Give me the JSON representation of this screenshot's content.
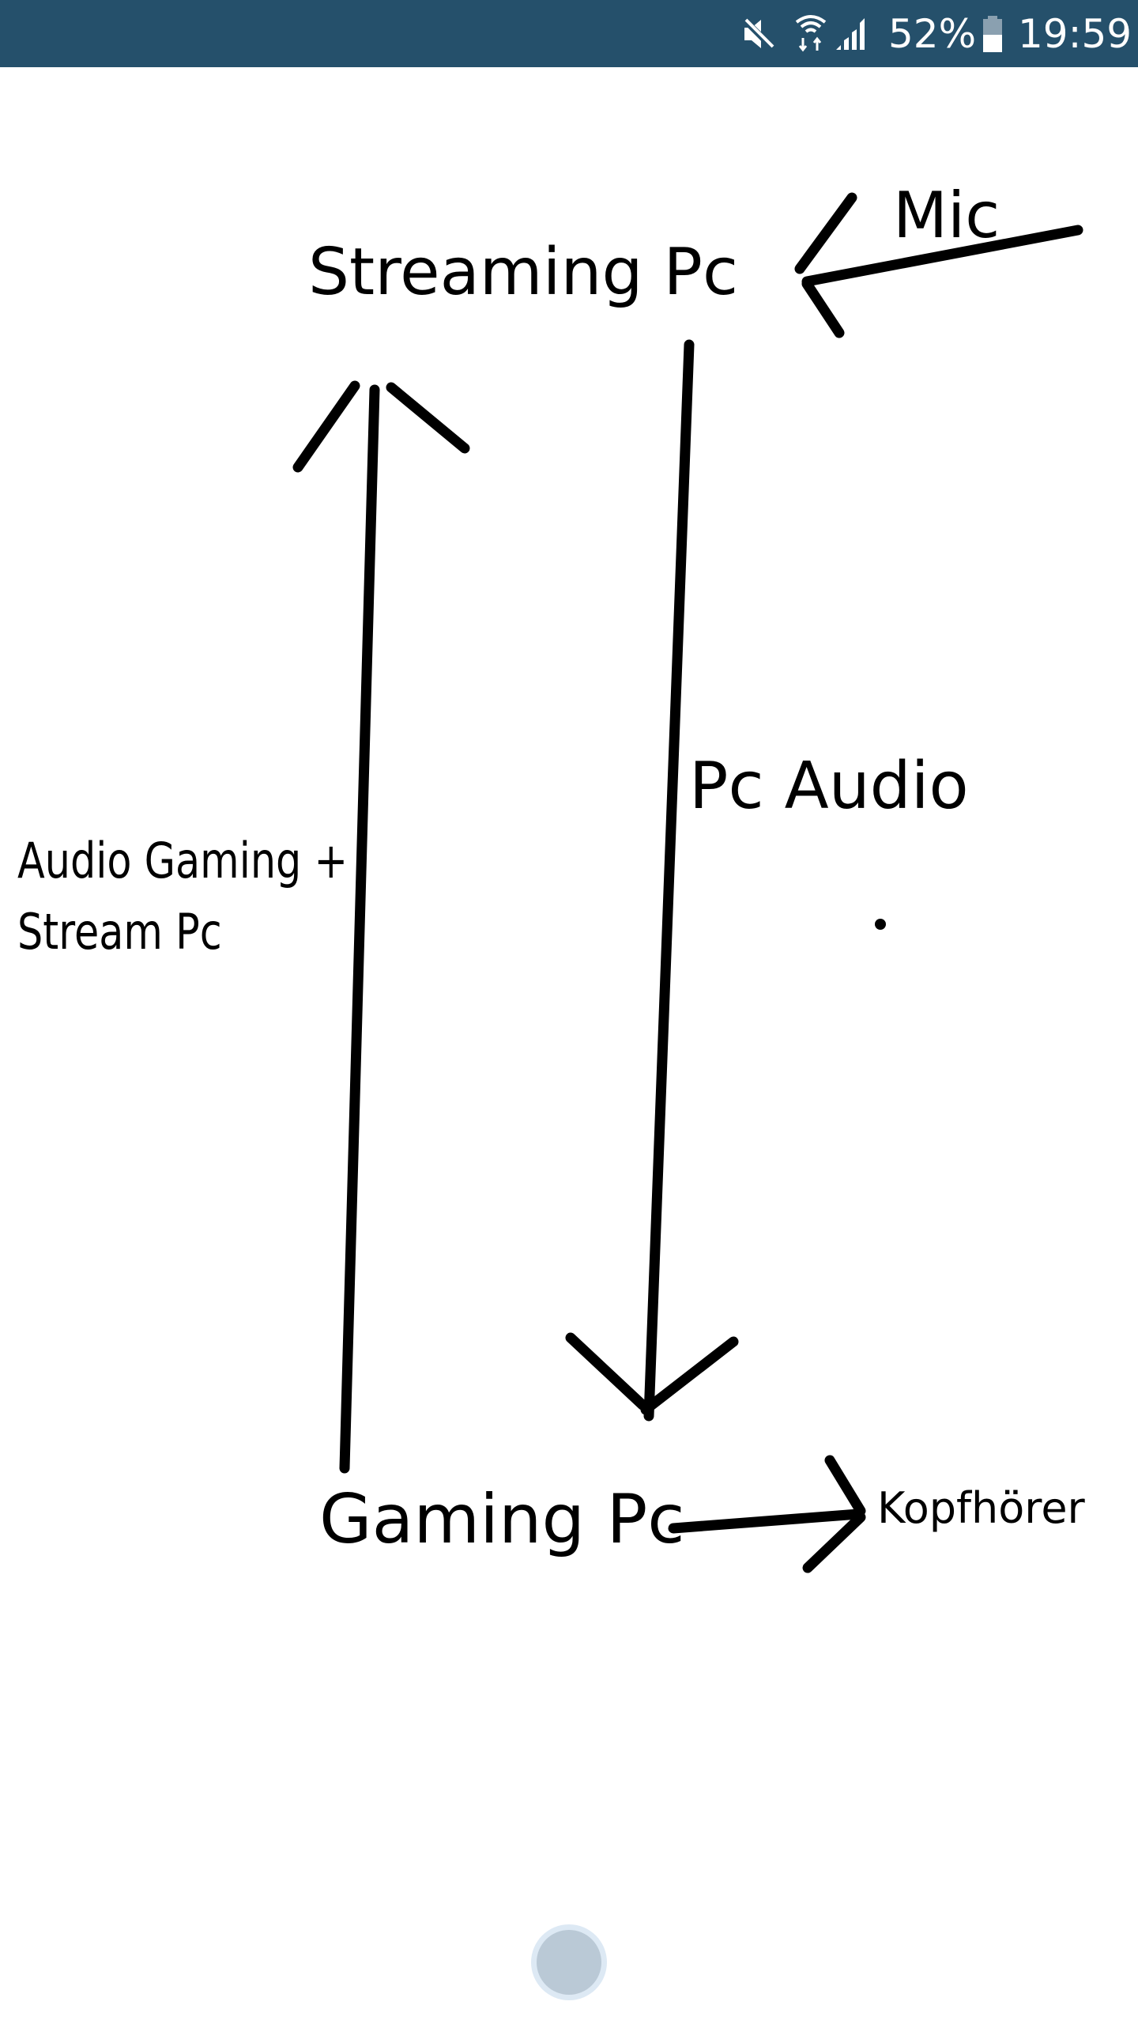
{
  "status_bar": {
    "icons": [
      "mute-icon",
      "wifi-icon",
      "signal-icon",
      "battery-icon"
    ],
    "battery": "52%",
    "time": "19:59",
    "background": "#25506b"
  },
  "drawing": {
    "streaming_pc": "Streaming Pc",
    "mic": "Mic",
    "pc_audio": "Pc Audio",
    "audio_gaming_line1": "Audio Gaming +",
    "audio_gaming_line2": "Stream Pc",
    "gaming_pc": "Gaming Pc",
    "kopfhoerer": "Kopfhörer"
  },
  "nav": {
    "home_button": "home-button"
  }
}
